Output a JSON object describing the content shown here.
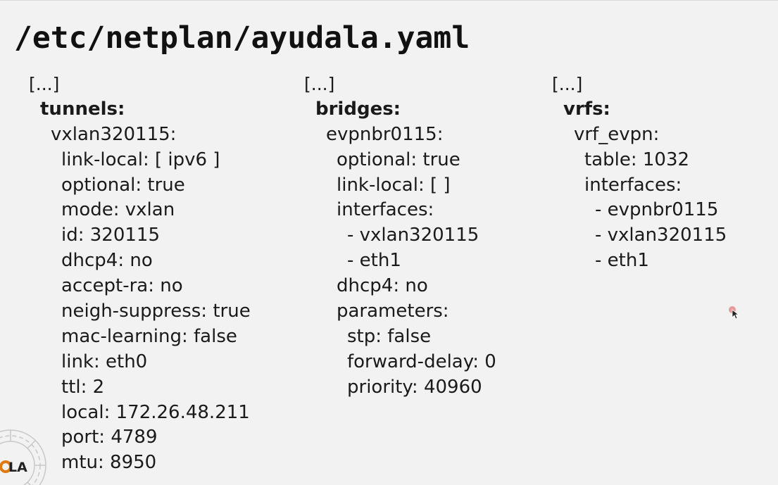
{
  "title": "/etc/netplan/ayudala.yaml",
  "columns": [
    {
      "ellipsis": "[...]",
      "section": "tunnels:",
      "name": "vxlan320115:",
      "lines": [
        "link-local: [ ipv6 ]",
        "optional: true",
        "mode: vxlan",
        "id: 320115",
        "dhcp4: no",
        "accept-ra: no",
        "neigh-suppress: true",
        "mac-learning: false",
        "link: eth0",
        "ttl: 2",
        "local: 172.26.48.211",
        "port: 4789",
        "mtu: 8950"
      ]
    },
    {
      "ellipsis": "[...]",
      "section": "bridges:",
      "name": "evpnbr0115:",
      "lines": [
        "optional: true",
        "link-local: [ ]",
        "interfaces:",
        "- vxlan320115",
        "- eth1",
        "dhcp4: no",
        "parameters:",
        "stp: false",
        "forward-delay: 0",
        "priority: 40960"
      ]
    },
    {
      "ellipsis": "[...]",
      "section": "vrfs:",
      "name": "vrf_evpn:",
      "lines": [
        "table: 1032",
        "interfaces:",
        "- evpnbr0115",
        "- vxlan320115",
        "- eth1"
      ]
    }
  ],
  "logo": {
    "text": "LA",
    "accent_color": "#e07a10"
  },
  "colors": {
    "background": "#f2f2f2",
    "text": "#1a1a1a",
    "cursor_highlight": "#e05050"
  }
}
